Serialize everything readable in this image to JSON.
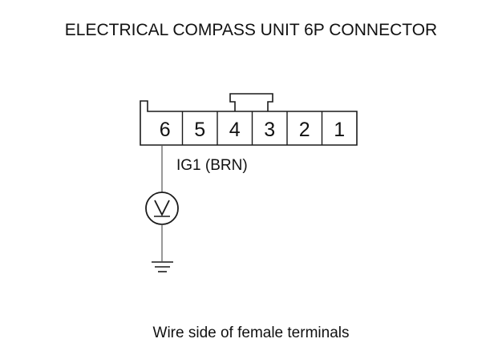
{
  "title": "ELECTRICAL COMPASS UNIT 6P CONNECTOR",
  "connector": {
    "pins": [
      "6",
      "5",
      "4",
      "3",
      "2",
      "1"
    ]
  },
  "wire_label": "IG1 (BRN)",
  "meter": {
    "symbol": "V",
    "icon": "voltmeter-icon"
  },
  "ground": {
    "icon": "ground-icon"
  },
  "caption": "Wire side of female terminals"
}
